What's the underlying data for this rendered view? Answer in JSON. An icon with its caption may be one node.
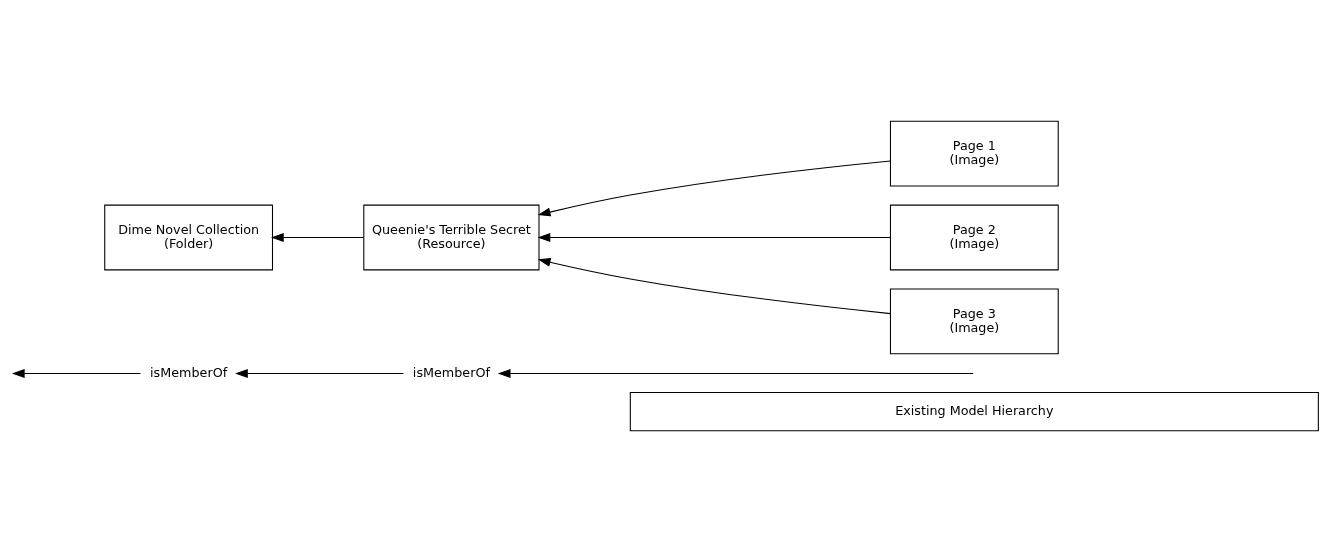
{
  "diagram": {
    "nodes": [
      {
        "text": [
          "Existing Model Hierarchy"
        ]
      },
      {
        "text": [
          "isMemberOf"
        ]
      },
      {
        "text": [
          "isMemberOf"
        ]
      },
      {
        "text": [
          "Dime Novel Collection",
          "(Folder)"
        ]
      },
      {
        "text": [
          "Queenie's Terrible Secret",
          "(Resource)"
        ]
      },
      {
        "text": [
          "Page 1",
          "(Image)"
        ]
      },
      {
        "text": [
          "Page 2",
          "(Image)"
        ]
      },
      {
        "text": [
          "Page 3",
          "(Image)"
        ]
      }
    ],
    "edges": [
      {
        "from": null,
        "to": 2,
        "arrow": "to"
      },
      {
        "from": 2,
        "to": 1,
        "arrow": "to"
      },
      {
        "from": 1,
        "to": null,
        "arrow": "to"
      },
      {
        "from": 4,
        "to": 3,
        "arrow": "to"
      },
      {
        "from": 5,
        "to": 4,
        "arrow": "to"
      },
      {
        "from": 6,
        "to": 4,
        "arrow": "to"
      },
      {
        "from": 7,
        "to": 4,
        "arrow": "to"
      }
    ]
  }
}
